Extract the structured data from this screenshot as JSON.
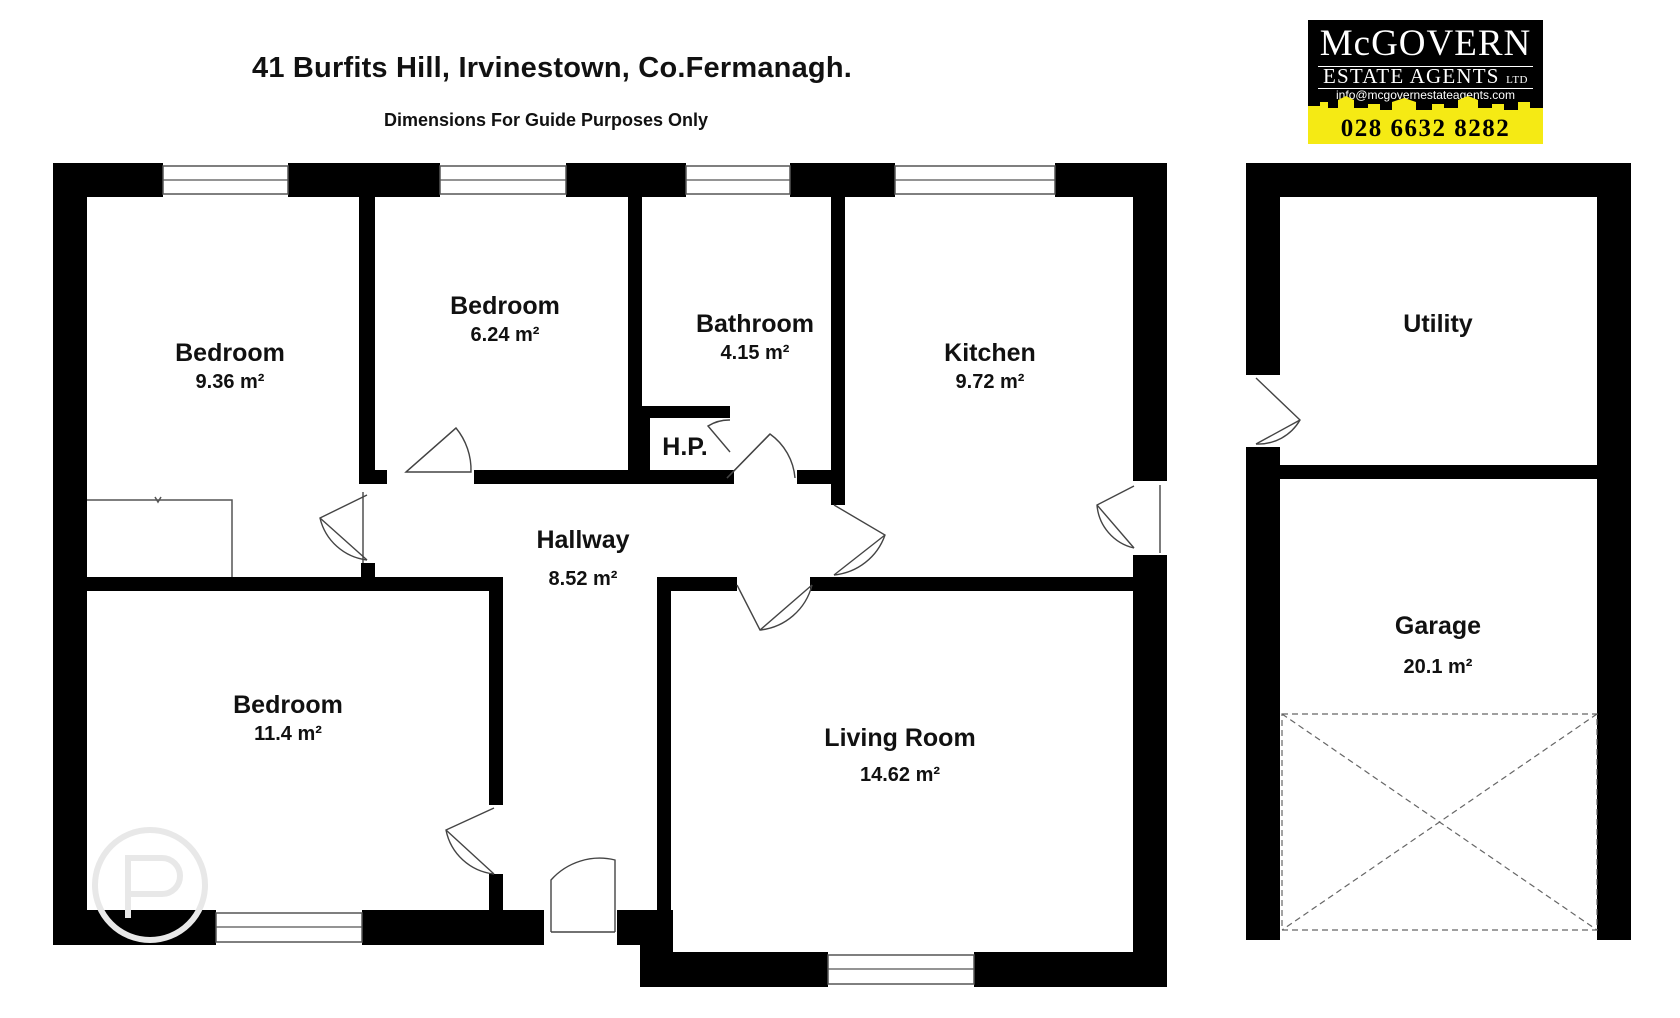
{
  "header": {
    "title": "41 Burfits Hill, Irvinestown, Co.Fermanagh.",
    "subtitle": "Dimensions For Guide Purposes Only"
  },
  "logo": {
    "brand": "McGOVERN",
    "line2": "ESTATE AGENTS",
    "ltd": "LTD",
    "email": "info@mcgovernestateagents.com",
    "phone": "028 6632 8282",
    "colors": {
      "background": "#000000",
      "phone_band": "#f5ea14"
    }
  },
  "rooms": [
    {
      "id": "bedroom-1",
      "name": "Bedroom",
      "area": "9.36 m²"
    },
    {
      "id": "bedroom-2",
      "name": "Bedroom",
      "area": "6.24 m²"
    },
    {
      "id": "bathroom",
      "name": "Bathroom",
      "area": "4.15 m²"
    },
    {
      "id": "kitchen",
      "name": "Kitchen",
      "area": "9.72 m²"
    },
    {
      "id": "hp",
      "name": "H.P.",
      "area": ""
    },
    {
      "id": "hallway",
      "name": "Hallway",
      "area": "8.52 m²"
    },
    {
      "id": "bedroom-3",
      "name": "Bedroom",
      "area": "11.4 m²"
    },
    {
      "id": "living-room",
      "name": "Living Room",
      "area": "14.62 m²"
    },
    {
      "id": "utility",
      "name": "Utility",
      "area": ""
    },
    {
      "id": "garage",
      "name": "Garage",
      "area": "20.1 m²"
    }
  ],
  "colors": {
    "wall": "#000000",
    "background": "#ffffff",
    "window": "#555555"
  }
}
